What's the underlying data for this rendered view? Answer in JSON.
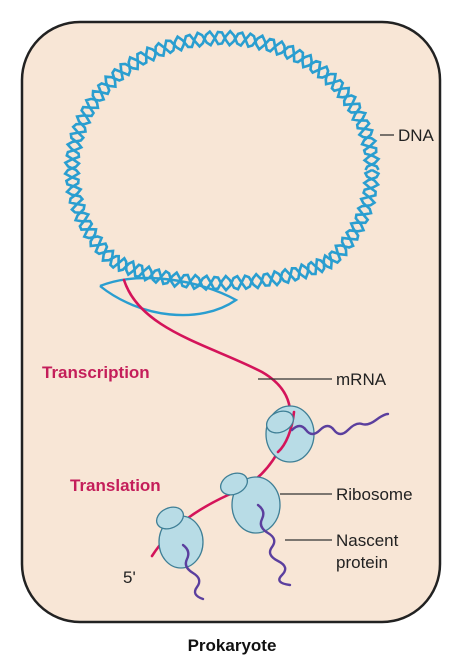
{
  "labels": {
    "dna": "DNA",
    "mrna": "mRNA",
    "ribosome": "Ribosome",
    "nascent_line1": "Nascent",
    "nascent_line2": "protein",
    "five_prime": "5'"
  },
  "processes": {
    "transcription": "Transcription",
    "translation": "Translation"
  },
  "caption": "Prokaryote",
  "colors": {
    "cell_fill": "#f8e6d6",
    "cell_stroke": "#222222",
    "dna": "#2a9ed0",
    "mrna": "#d4145a",
    "ribosome_fill": "#b8dce6",
    "ribosome_stroke": "#3f7f96",
    "protein": "#5b3f9e",
    "process_text": "#c41e5a"
  }
}
